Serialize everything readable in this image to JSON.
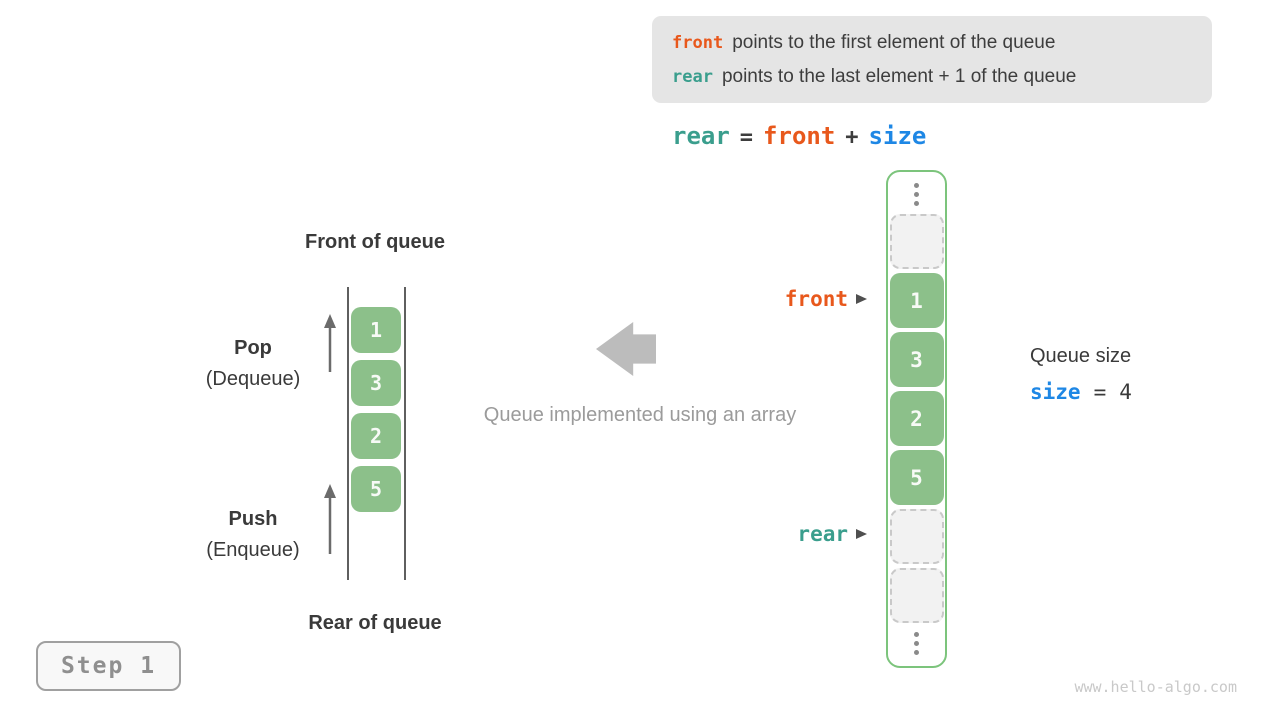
{
  "colors": {
    "code_orange": "#E8581C",
    "code_teal": "#3A9E8D",
    "code_blue": "#1E87E5",
    "box_green": "#8CC08A",
    "container_border_green": "#7CC47C",
    "legend_background": "#E5E5E5",
    "empty_cell_fill": "#F2F2F2",
    "empty_cell_border": "#C9C9C9",
    "gray_block_arrow": "#BCBCBC",
    "caption_gray": "#9B9B9B",
    "text_dark": "#3A3A3A"
  },
  "info_box": {
    "line1": {
      "code": "front",
      "text": "points to the first element of the queue"
    },
    "line2": {
      "code": "rear",
      "text": "points to the last element + 1 of the queue"
    }
  },
  "formula": {
    "lhs": "rear",
    "eq": "=",
    "op1": "front",
    "plus": "+",
    "op2": "size"
  },
  "left_diagram": {
    "front_label": "Front of queue",
    "rear_label": "Rear of queue",
    "pop_title": "Pop",
    "pop_subtitle": "(Dequeue)",
    "push_title": "Push",
    "push_subtitle": "(Enqueue)",
    "values": [
      "1",
      "3",
      "2",
      "5"
    ]
  },
  "middle": {
    "caption": "Queue implemented using an array"
  },
  "array_diagram": {
    "front_pointer": "front",
    "rear_pointer": "rear",
    "cells": [
      {
        "type": "empty",
        "value": ""
      },
      {
        "type": "value",
        "value": "1"
      },
      {
        "type": "value",
        "value": "3"
      },
      {
        "type": "value",
        "value": "2"
      },
      {
        "type": "value",
        "value": "5"
      },
      {
        "type": "empty",
        "value": ""
      },
      {
        "type": "empty",
        "value": ""
      }
    ]
  },
  "queue_size": {
    "heading": "Queue size",
    "var": "size",
    "eq": "=",
    "value": "4"
  },
  "step_badge": {
    "label": "Step 1"
  },
  "watermark": {
    "text": "www.hello-algo.com"
  },
  "icons": {
    "vertical_ellipsis": "three-stacked-dots",
    "pointer_arrow": "right-triangle",
    "up_arrow": "arrow-up-line",
    "block_arrow": "block-arrow-left"
  }
}
